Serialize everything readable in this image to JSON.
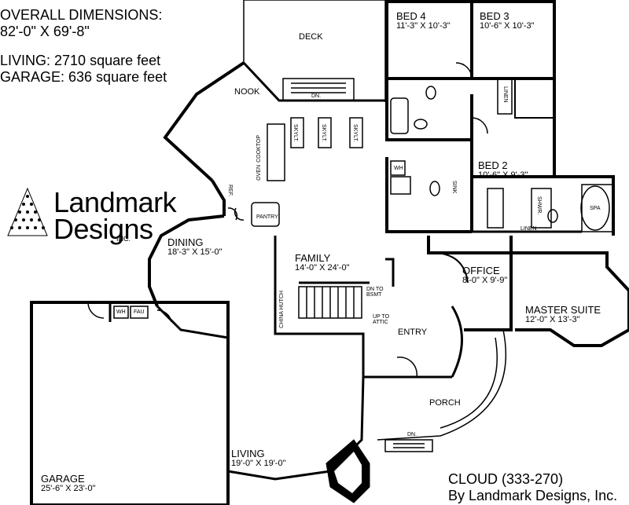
{
  "header": {
    "overall_label": "OVERALL DIMENSIONS:",
    "overall_value": "82'-0\" X 69'-8\"",
    "living_area": "LIVING: 2710 square feet",
    "garage_area": "GARAGE: 636 square feet"
  },
  "brand": {
    "line1": "Landmark",
    "line2": "Designs",
    "suffix": "INC."
  },
  "rooms": {
    "deck": {
      "name": "DECK"
    },
    "bed4": {
      "name": "BED 4",
      "dims": "11'-3\" X 10'-3\""
    },
    "bed3": {
      "name": "BED 3",
      "dims": "10'-6\" X 10'-3\""
    },
    "bed2": {
      "name": "BED 2",
      "dims": "10'-6\" X 9'-3\""
    },
    "nook": {
      "name": "NOOK"
    },
    "dining": {
      "name": "DINING",
      "dims": "18'-3\" X 15'-0\""
    },
    "family": {
      "name": "FAMILY",
      "dims": "14'-0\" X 24'-0\""
    },
    "office": {
      "name": "OFFICE",
      "dims": "8'-0\" X 9'-9\""
    },
    "master": {
      "name": "MASTER SUITE",
      "dims": "12'-0\" X 13'-3\""
    },
    "entry": {
      "name": "ENTRY"
    },
    "porch": {
      "name": "PORCH"
    },
    "living": {
      "name": "LIVING",
      "dims": "19'-0\" X 19'-0\""
    },
    "garage": {
      "name": "GARAGE",
      "dims": "25'-6\" X 23'-0\""
    }
  },
  "fixtures": {
    "dn": "DN.",
    "skylt": "SKYLT.",
    "cooktop": "COOKTOP",
    "oven": "OVEN",
    "ref": "REF.",
    "pantry": "PANTRY",
    "linen": "LINEN",
    "wh": "WH",
    "fau": "FAU",
    "sink": "SINK",
    "shwr": "SHWR.",
    "spa": "SPA",
    "china_hutch": "CHINA HUTCH",
    "dn_to_bsmt": "DN TO BSMT",
    "up_to_attic": "UP TO ATTIC"
  },
  "caption": {
    "plan_name": "CLOUD (333-270)",
    "designer": "By Landmark Designs, Inc."
  }
}
